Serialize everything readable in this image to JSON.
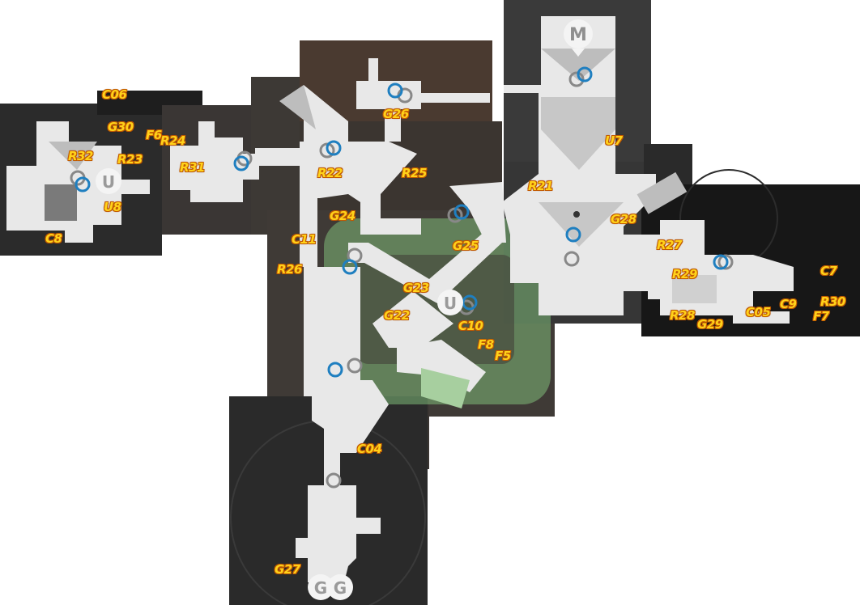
{
  "map": {
    "badges": {
      "main": "M",
      "spawn_u": "U",
      "exit": "G"
    },
    "labels": [
      {
        "id": "c06",
        "text": "C06"
      },
      {
        "id": "g30",
        "text": "G30"
      },
      {
        "id": "f6",
        "text": "F6"
      },
      {
        "id": "r24",
        "text": "R24"
      },
      {
        "id": "r32",
        "text": "R32"
      },
      {
        "id": "r23",
        "text": "R23"
      },
      {
        "id": "r31",
        "text": "R31"
      },
      {
        "id": "u8",
        "text": "U8"
      },
      {
        "id": "c8",
        "text": "C8"
      },
      {
        "id": "g26",
        "text": "G26"
      },
      {
        "id": "r22",
        "text": "R22"
      },
      {
        "id": "r25",
        "text": "R25"
      },
      {
        "id": "g24",
        "text": "G24"
      },
      {
        "id": "c11",
        "text": "C11"
      },
      {
        "id": "r26",
        "text": "R26"
      },
      {
        "id": "g25",
        "text": "G25"
      },
      {
        "id": "g23",
        "text": "G23"
      },
      {
        "id": "g22",
        "text": "G22"
      },
      {
        "id": "c10",
        "text": "C10"
      },
      {
        "id": "f8",
        "text": "F8"
      },
      {
        "id": "f5",
        "text": "F5"
      },
      {
        "id": "c04",
        "text": "C04"
      },
      {
        "id": "g27",
        "text": "G27"
      },
      {
        "id": "u7",
        "text": "U7"
      },
      {
        "id": "r21",
        "text": "R21"
      },
      {
        "id": "g28",
        "text": "G28"
      },
      {
        "id": "r27",
        "text": "R27"
      },
      {
        "id": "r29",
        "text": "R29"
      },
      {
        "id": "r28",
        "text": "R28"
      },
      {
        "id": "g29",
        "text": "G29"
      },
      {
        "id": "c05",
        "text": "C05"
      },
      {
        "id": "c9",
        "text": "C9"
      },
      {
        "id": "c7",
        "text": "C7"
      },
      {
        "id": "r30",
        "text": "R30"
      },
      {
        "id": "f7",
        "text": "F7"
      }
    ]
  }
}
